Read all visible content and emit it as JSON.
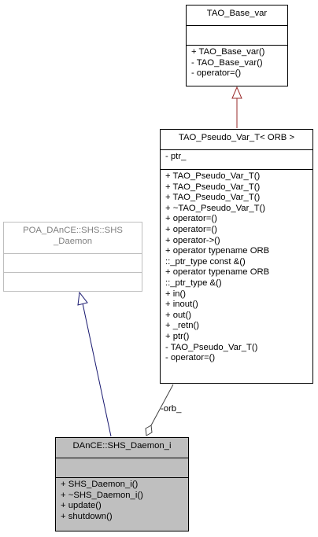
{
  "classes": {
    "tao_base_var": {
      "name": "TAO_Base_var",
      "attributes": [],
      "operations": [
        "+ TAO_Base_var()",
        "- TAO_Base_var()",
        "- operator=()"
      ]
    },
    "tao_pseudo_var_t": {
      "name": "TAO_Pseudo_Var_T< ORB >",
      "attributes": [
        "- ptr_"
      ],
      "operations": [
        "+ TAO_Pseudo_Var_T()",
        "+ TAO_Pseudo_Var_T()",
        "+ TAO_Pseudo_Var_T()",
        "+ ~TAO_Pseudo_Var_T()",
        "+ operator=()",
        "+ operator=()",
        "+ operator->()",
        "+ operator typename ORB",
        "::_ptr_type const &()",
        "+ operator typename ORB",
        "::_ptr_type &()",
        "+ in()",
        "+ inout()",
        "+ out()",
        "+ _retn()",
        "+ ptr()",
        "- TAO_Pseudo_Var_T()",
        "- operator=()"
      ]
    },
    "poa_shs_daemon": {
      "name": "POA_DAnCE::SHS::SHS\n_Daemon",
      "attributes": [],
      "operations": []
    },
    "shs_daemon_i": {
      "name": "DAnCE::SHS_Daemon_i",
      "attributes": [],
      "operations": [
        "+ SHS_Daemon_i()",
        "+ ~SHS_Daemon_i()",
        "+ update()",
        "+ shutdown()"
      ]
    }
  },
  "edges": {
    "orb_label": "-orb_"
  },
  "colors": {
    "inherit_public": "#191970",
    "inherit_template": "#9a2b2b",
    "composition": "#404040",
    "selected_fill": "#bfbfbf",
    "external_border": "#bfbfbf"
  }
}
